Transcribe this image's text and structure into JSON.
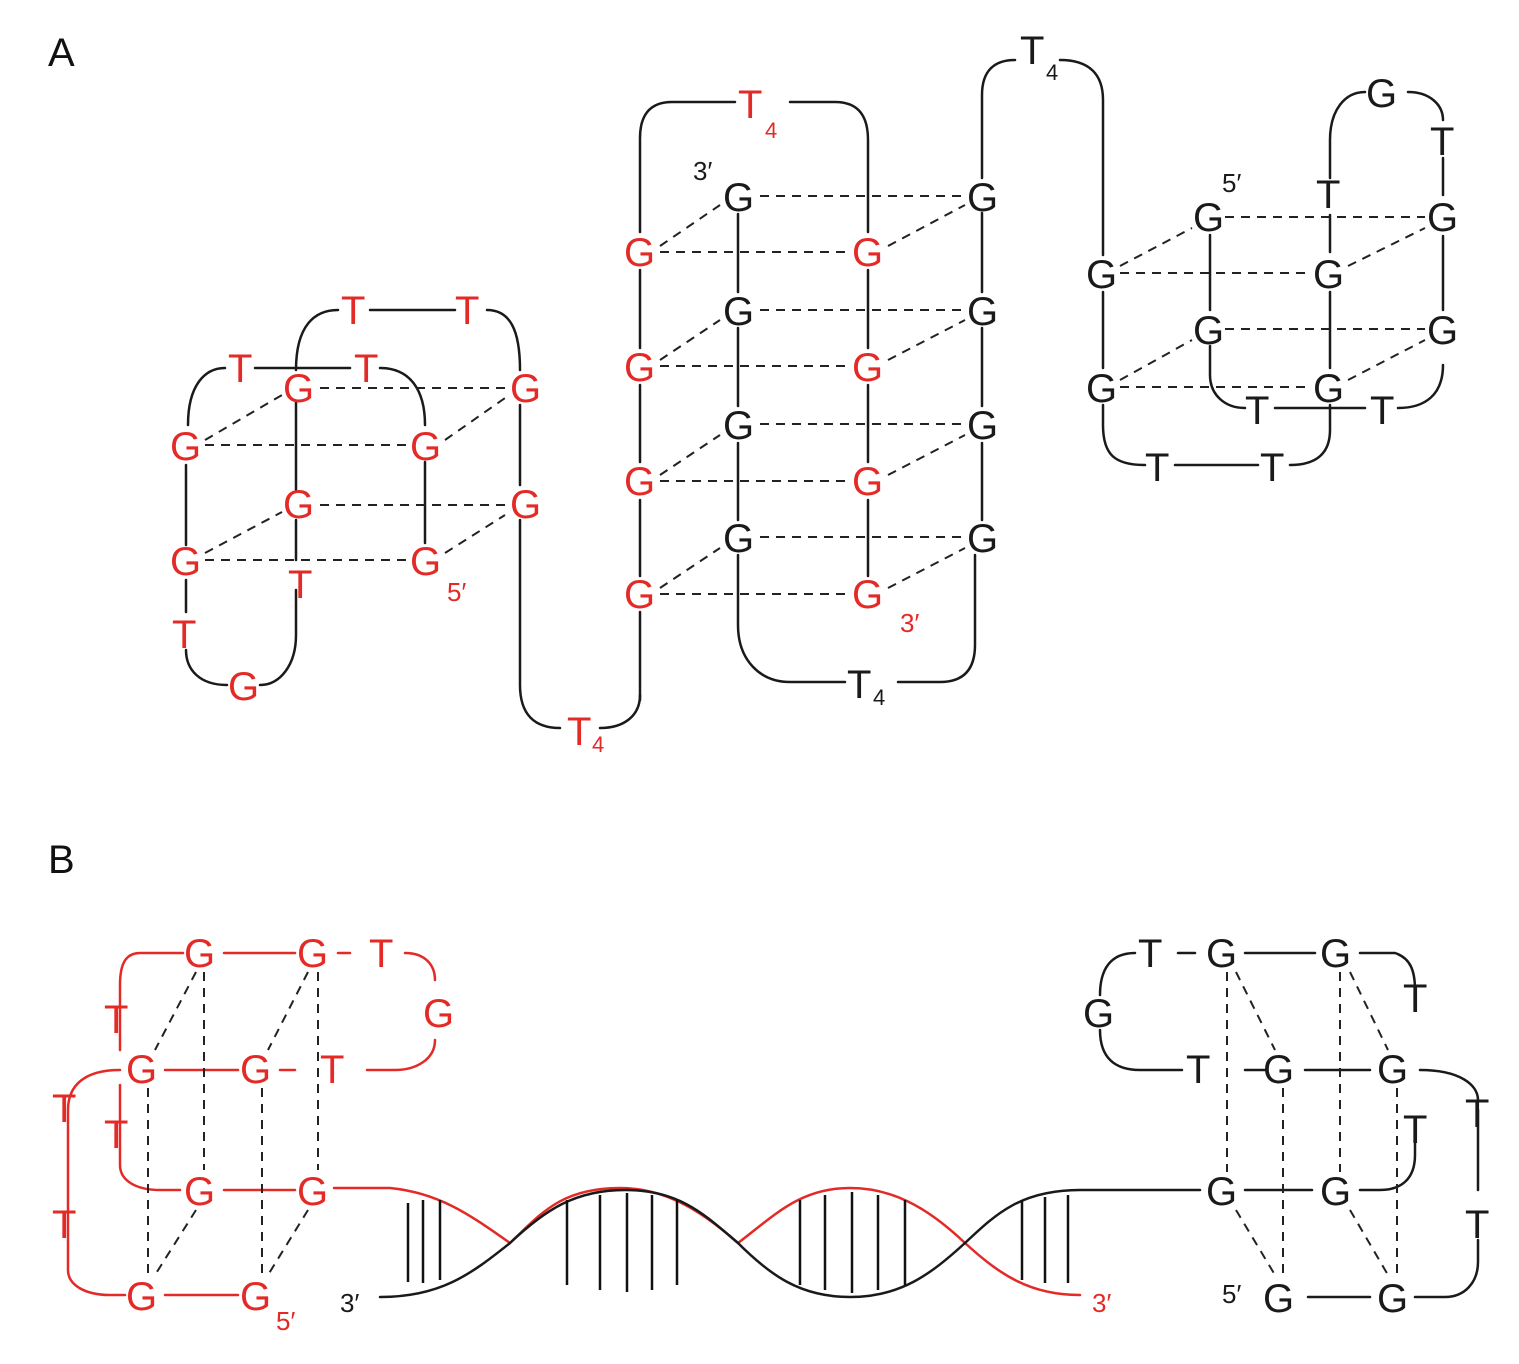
{
  "panels": {
    "a": "A",
    "b": "B"
  },
  "colors": {
    "red": "#e32a26",
    "black": "#1a1a1a"
  },
  "nt": {
    "G": "G",
    "T": "T",
    "T4": "T",
    "sub4": "4",
    "five": "5′",
    "three": "3′"
  }
}
